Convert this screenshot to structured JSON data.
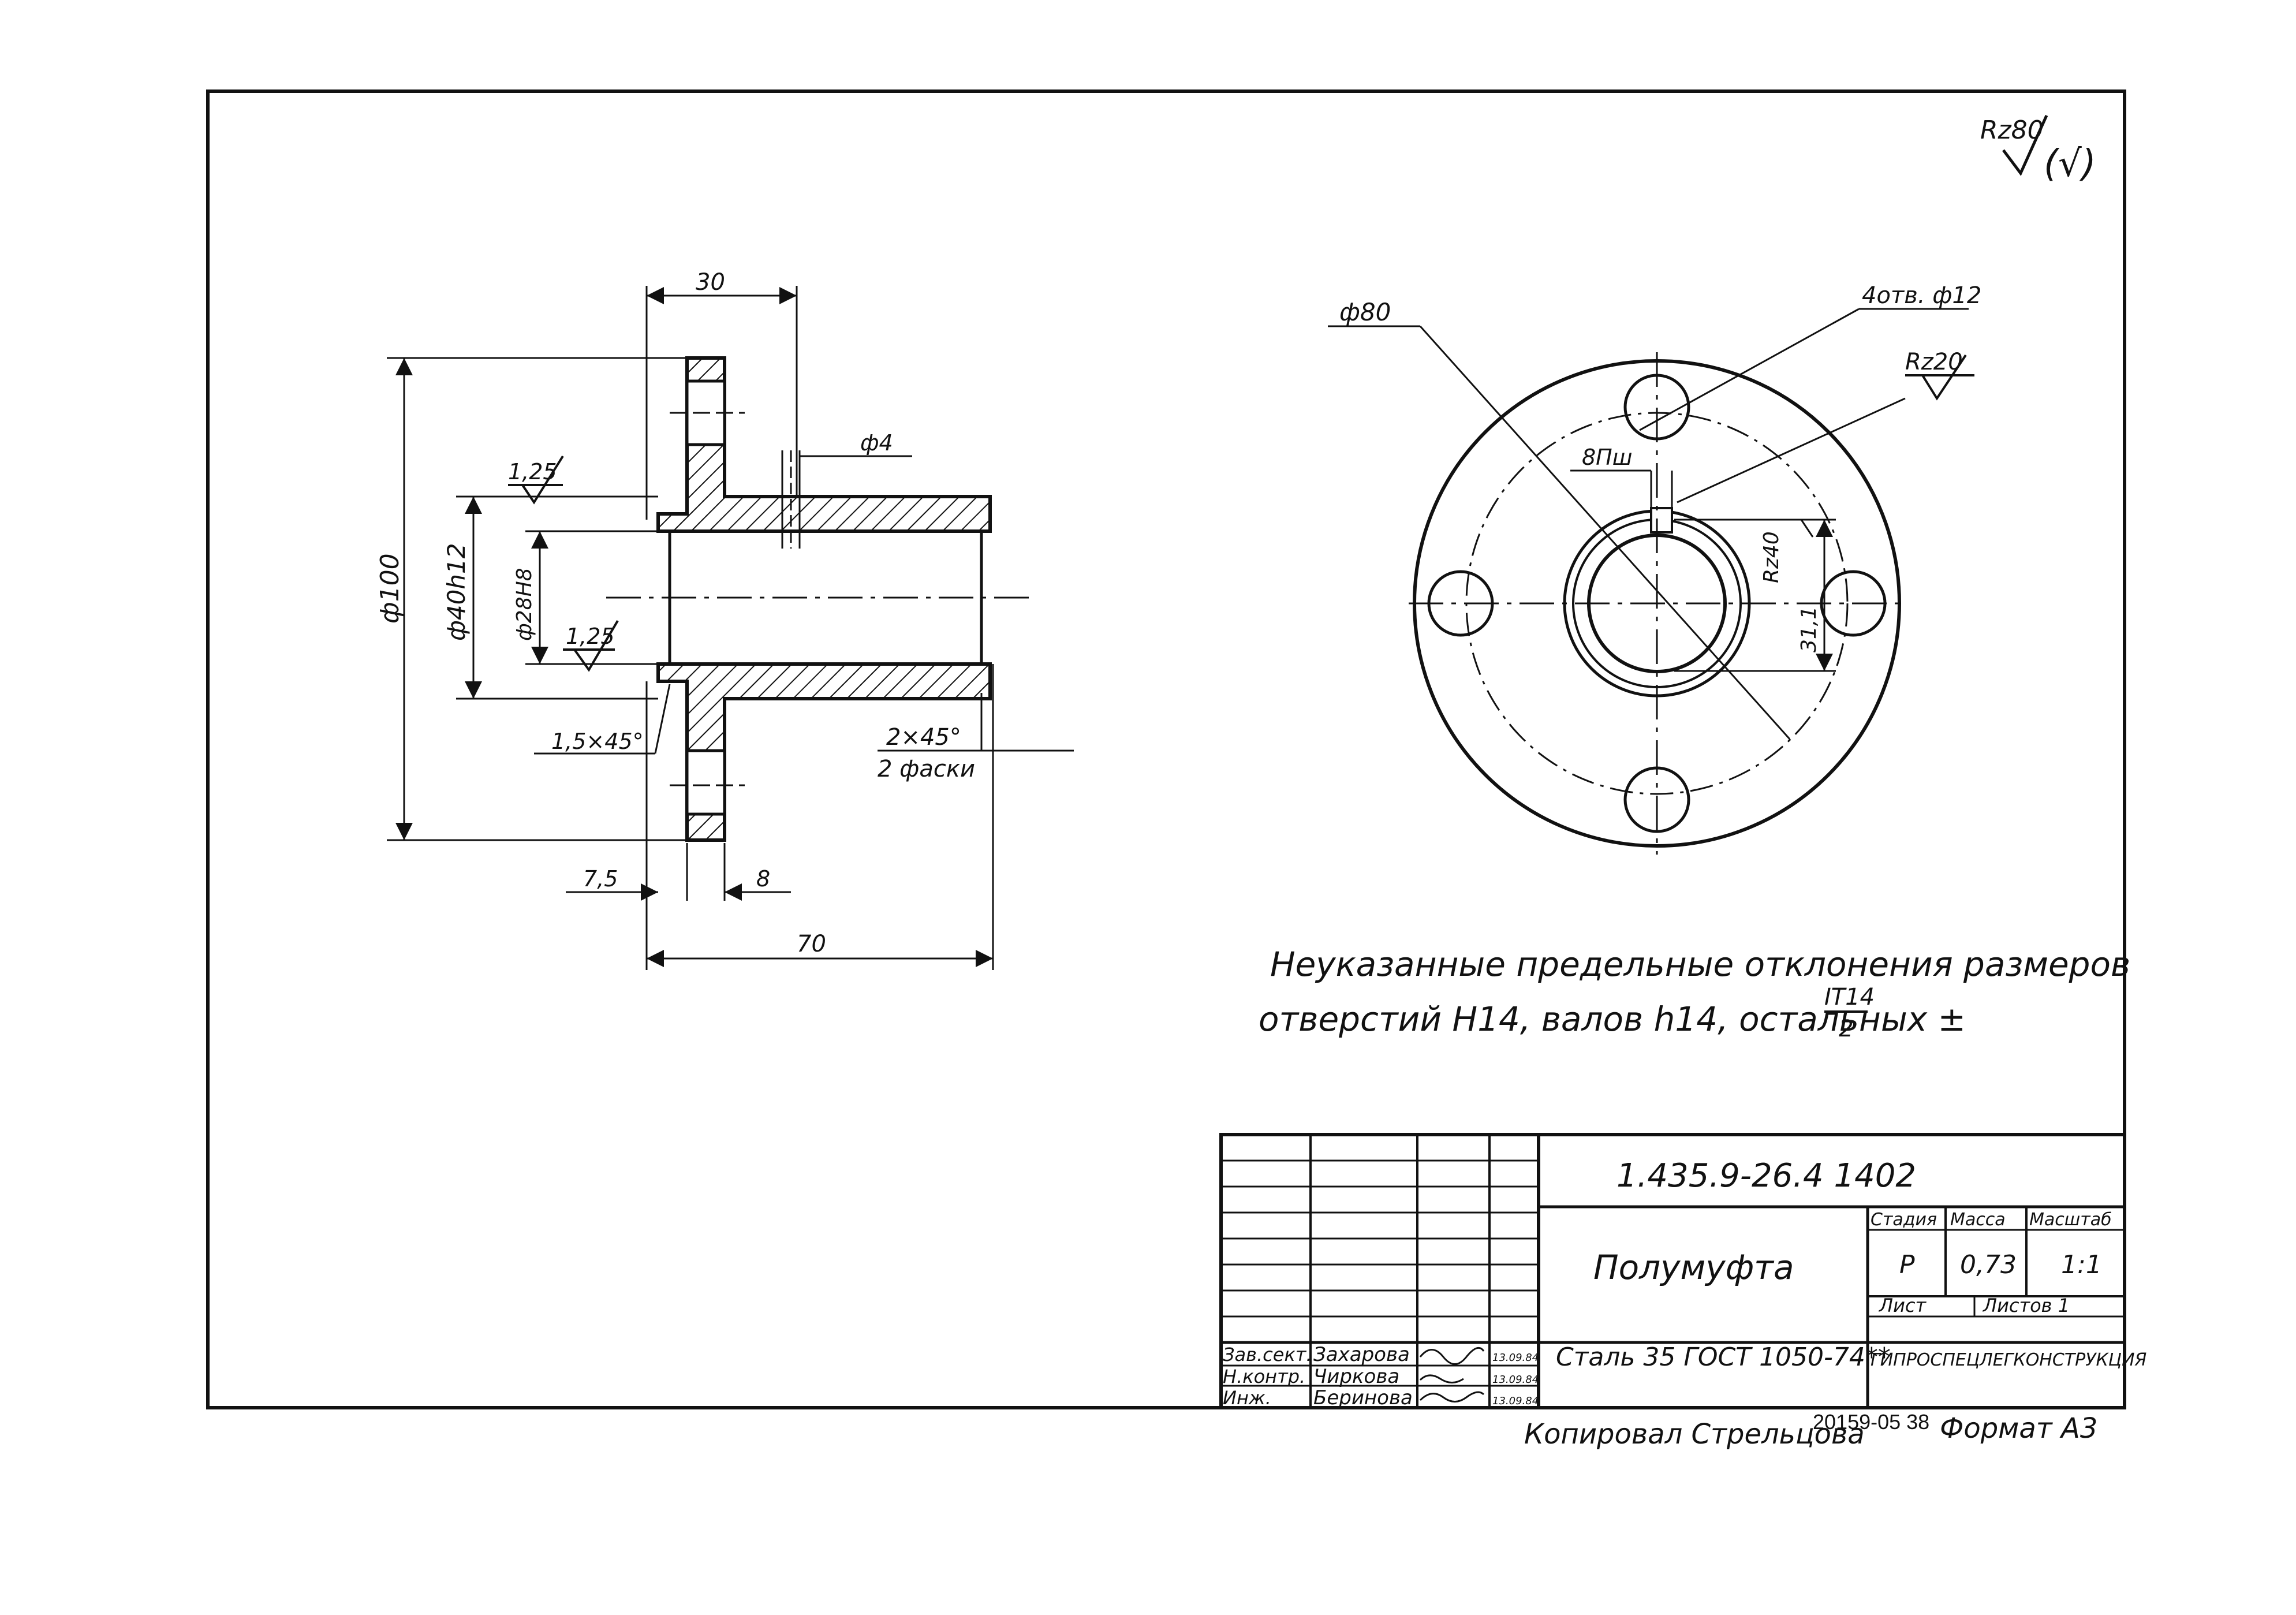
{
  "roughness": {
    "main": "Rz80",
    "parens_symbol": "(√)"
  },
  "side_view": {
    "dim_30": "30",
    "dim_phi4": "ф4",
    "dim_phi100": "ф100",
    "dim_phi40": "ф40h12",
    "dim_phi28": "ф28H8",
    "rough_125_top": "1,25",
    "rough_125_inner": "1,25",
    "chamfer_15": "1,5×45°",
    "chamfer_2": "2×45°",
    "chamfer_2_note": "2 фаски",
    "dim_75": "7,5",
    "dim_8": "8",
    "dim_70": "70"
  },
  "front_view": {
    "dim_phi80": "ф80",
    "holes_note": "4отв. ф12",
    "rough_rz20": "Rz20",
    "keyway": "8Пш",
    "rough_rz40": "Rz40",
    "dim_311": "31,1"
  },
  "note": {
    "line1": "Неуказанные   предельные  отклонения  размеров",
    "line2_a": "отверстий H14, валов h14, остальных ±",
    "line2_frac_num": "IT14",
    "line2_frac_den": "2"
  },
  "title_block": {
    "doc_code": "1.435.9-26.4   1402",
    "part_name": "Полумуфта",
    "material": "Сталь 35 ГОСТ 1050-74**",
    "org": "ГИПРОСПЕЦЛЕГКОНСТРУКЦИЯ",
    "hdr_stage": "Стадия",
    "hdr_mass": "Масса",
    "hdr_scale": "Масштаб",
    "stage": "Р",
    "mass": "0,73",
    "scale": "1:1",
    "sheet_label": "Лист",
    "sheets_label": "Листов 1",
    "roles": [
      {
        "role": "Зав.сект.",
        "name": "Захарова",
        "date": "13.09.84"
      },
      {
        "role": "Н.контр.",
        "name": "Чиркова",
        "date": "13.09.84"
      },
      {
        "role": "Инж.",
        "name": "Беринова",
        "date": "13.09.84"
      }
    ]
  },
  "footer": {
    "copied": "Копировал  Стрельцова",
    "number": "20159-05   38",
    "format": "Формат А3"
  }
}
